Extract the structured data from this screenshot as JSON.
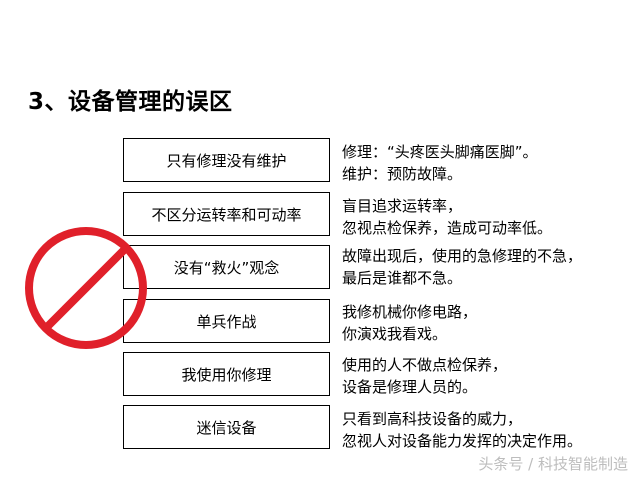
{
  "title": "3、设备管理的误区",
  "items": [
    {
      "label": "只有修理没有维护",
      "desc": [
        "修理：“头疼医头脚痛医脚”。",
        "维护：预防故障。"
      ]
    },
    {
      "label": "不区分运转率和可动率",
      "desc": [
        "盲目追求运转率，",
        "忽视点检保养，造成可动率低。"
      ]
    },
    {
      "label": "没有“救火”观念",
      "desc": [
        "故障出现后，使用的急修理的不急，",
        "最后是谁都不急。"
      ]
    },
    {
      "label": "单兵作战",
      "desc": [
        "我修机械你修电路，",
        "你演戏我看戏。"
      ]
    },
    {
      "label": "我使用你修理",
      "desc": [
        "使用的人不做点检保养，",
        "设备是修理人员的。"
      ]
    },
    {
      "label": "迷信设备",
      "desc": [
        "只看到高科技设备的威力，",
        "忽视人对设备能力发挥的决定作用。"
      ]
    }
  ],
  "prohibit_icon": {
    "icon": "prohibition-sign-icon",
    "color": "#e0202a"
  },
  "watermark": "头条号 / 科技智能制造"
}
